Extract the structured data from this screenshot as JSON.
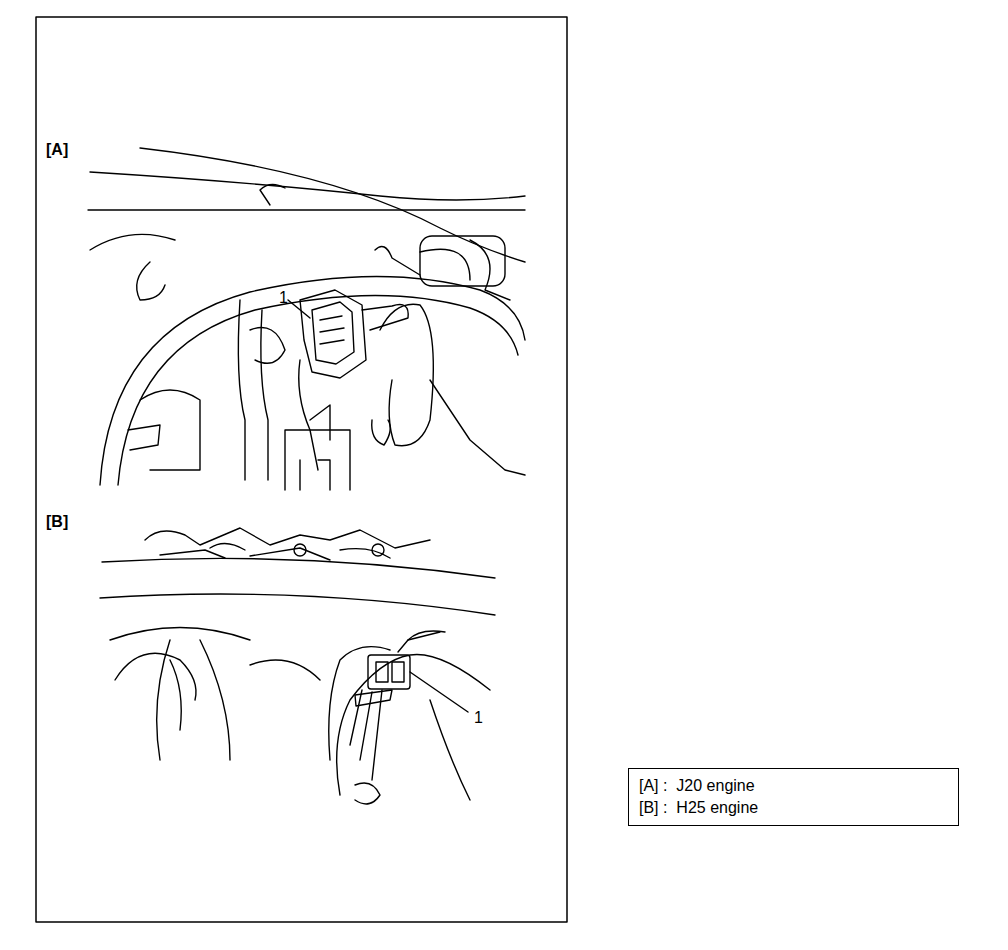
{
  "diagram": {
    "nodes": [
      {
        "text": [
          "[A] :  J20 engine",
          "[B] :  H25 engine"
        ]
      }
    ],
    "edges": [],
    "labels": [
      "[A]",
      "1",
      "[B]",
      "1"
    ]
  }
}
